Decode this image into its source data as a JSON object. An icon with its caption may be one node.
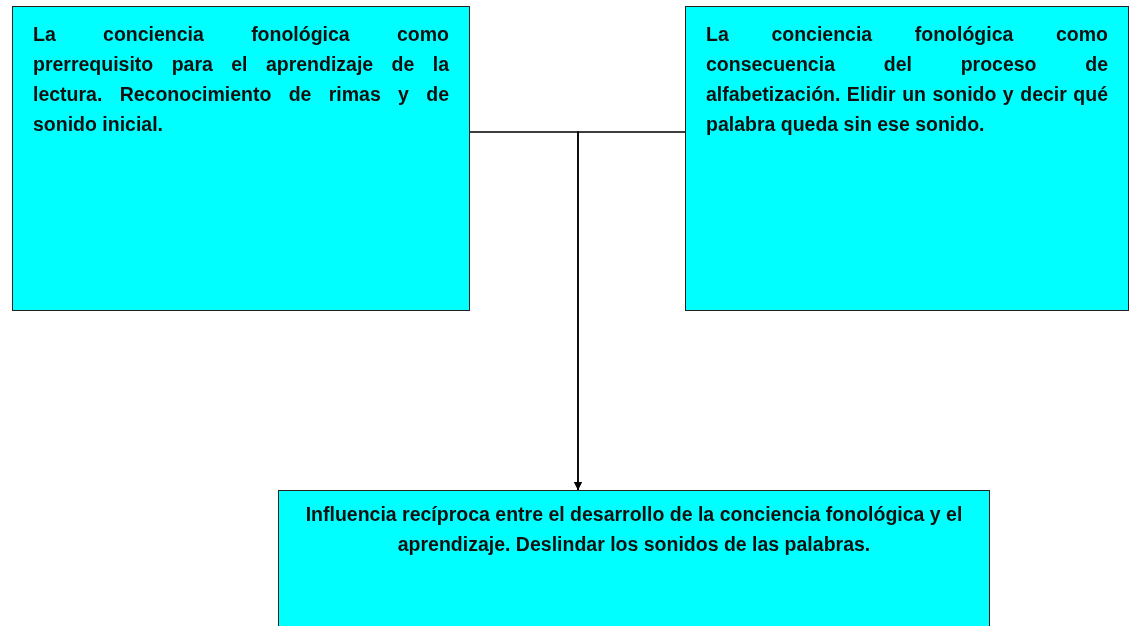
{
  "diagram": {
    "nodes": [
      {
        "text": [
          "La conciencia fonológica como prerrequisito para el aprendizaje de la lectura. Reconocimiento de rimas y de sonido inicial."
        ]
      },
      {
        "text": [
          "La conciencia fonológica como consecuencia del proceso de alfabetización. Elidir un sonido y decir qué palabra queda sin ese sonido."
        ]
      },
      {
        "text": [
          "Influencia recíproca entre el desarrollo de la conciencia fonológica y el aprendizaje. Deslindar los sonidos de las palabras."
        ]
      }
    ],
    "edges": [
      {
        "from": 0,
        "to": 2,
        "arrow": "to"
      },
      {
        "from": 1,
        "to": 2,
        "arrow": "to"
      }
    ]
  }
}
